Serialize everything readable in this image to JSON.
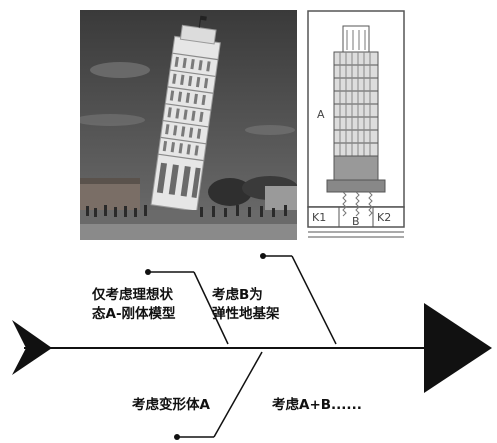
{
  "schematic": {
    "label_a": "A",
    "label_b": "B",
    "label_k1": "K1",
    "label_k2": "K2"
  },
  "fishbone": {
    "top_left": [
      "仅考虑理想状",
      "态A-刚体模型"
    ],
    "top_right": [
      "考虑B为",
      "弹性地基架"
    ],
    "bottom_left": "考虑变形体A",
    "bottom_right": "考虑A+B......"
  },
  "colors": {
    "sky": "#4a4a4a",
    "tower": "#e8e8e8",
    "outline": "#555555",
    "arrow": "#111111"
  }
}
